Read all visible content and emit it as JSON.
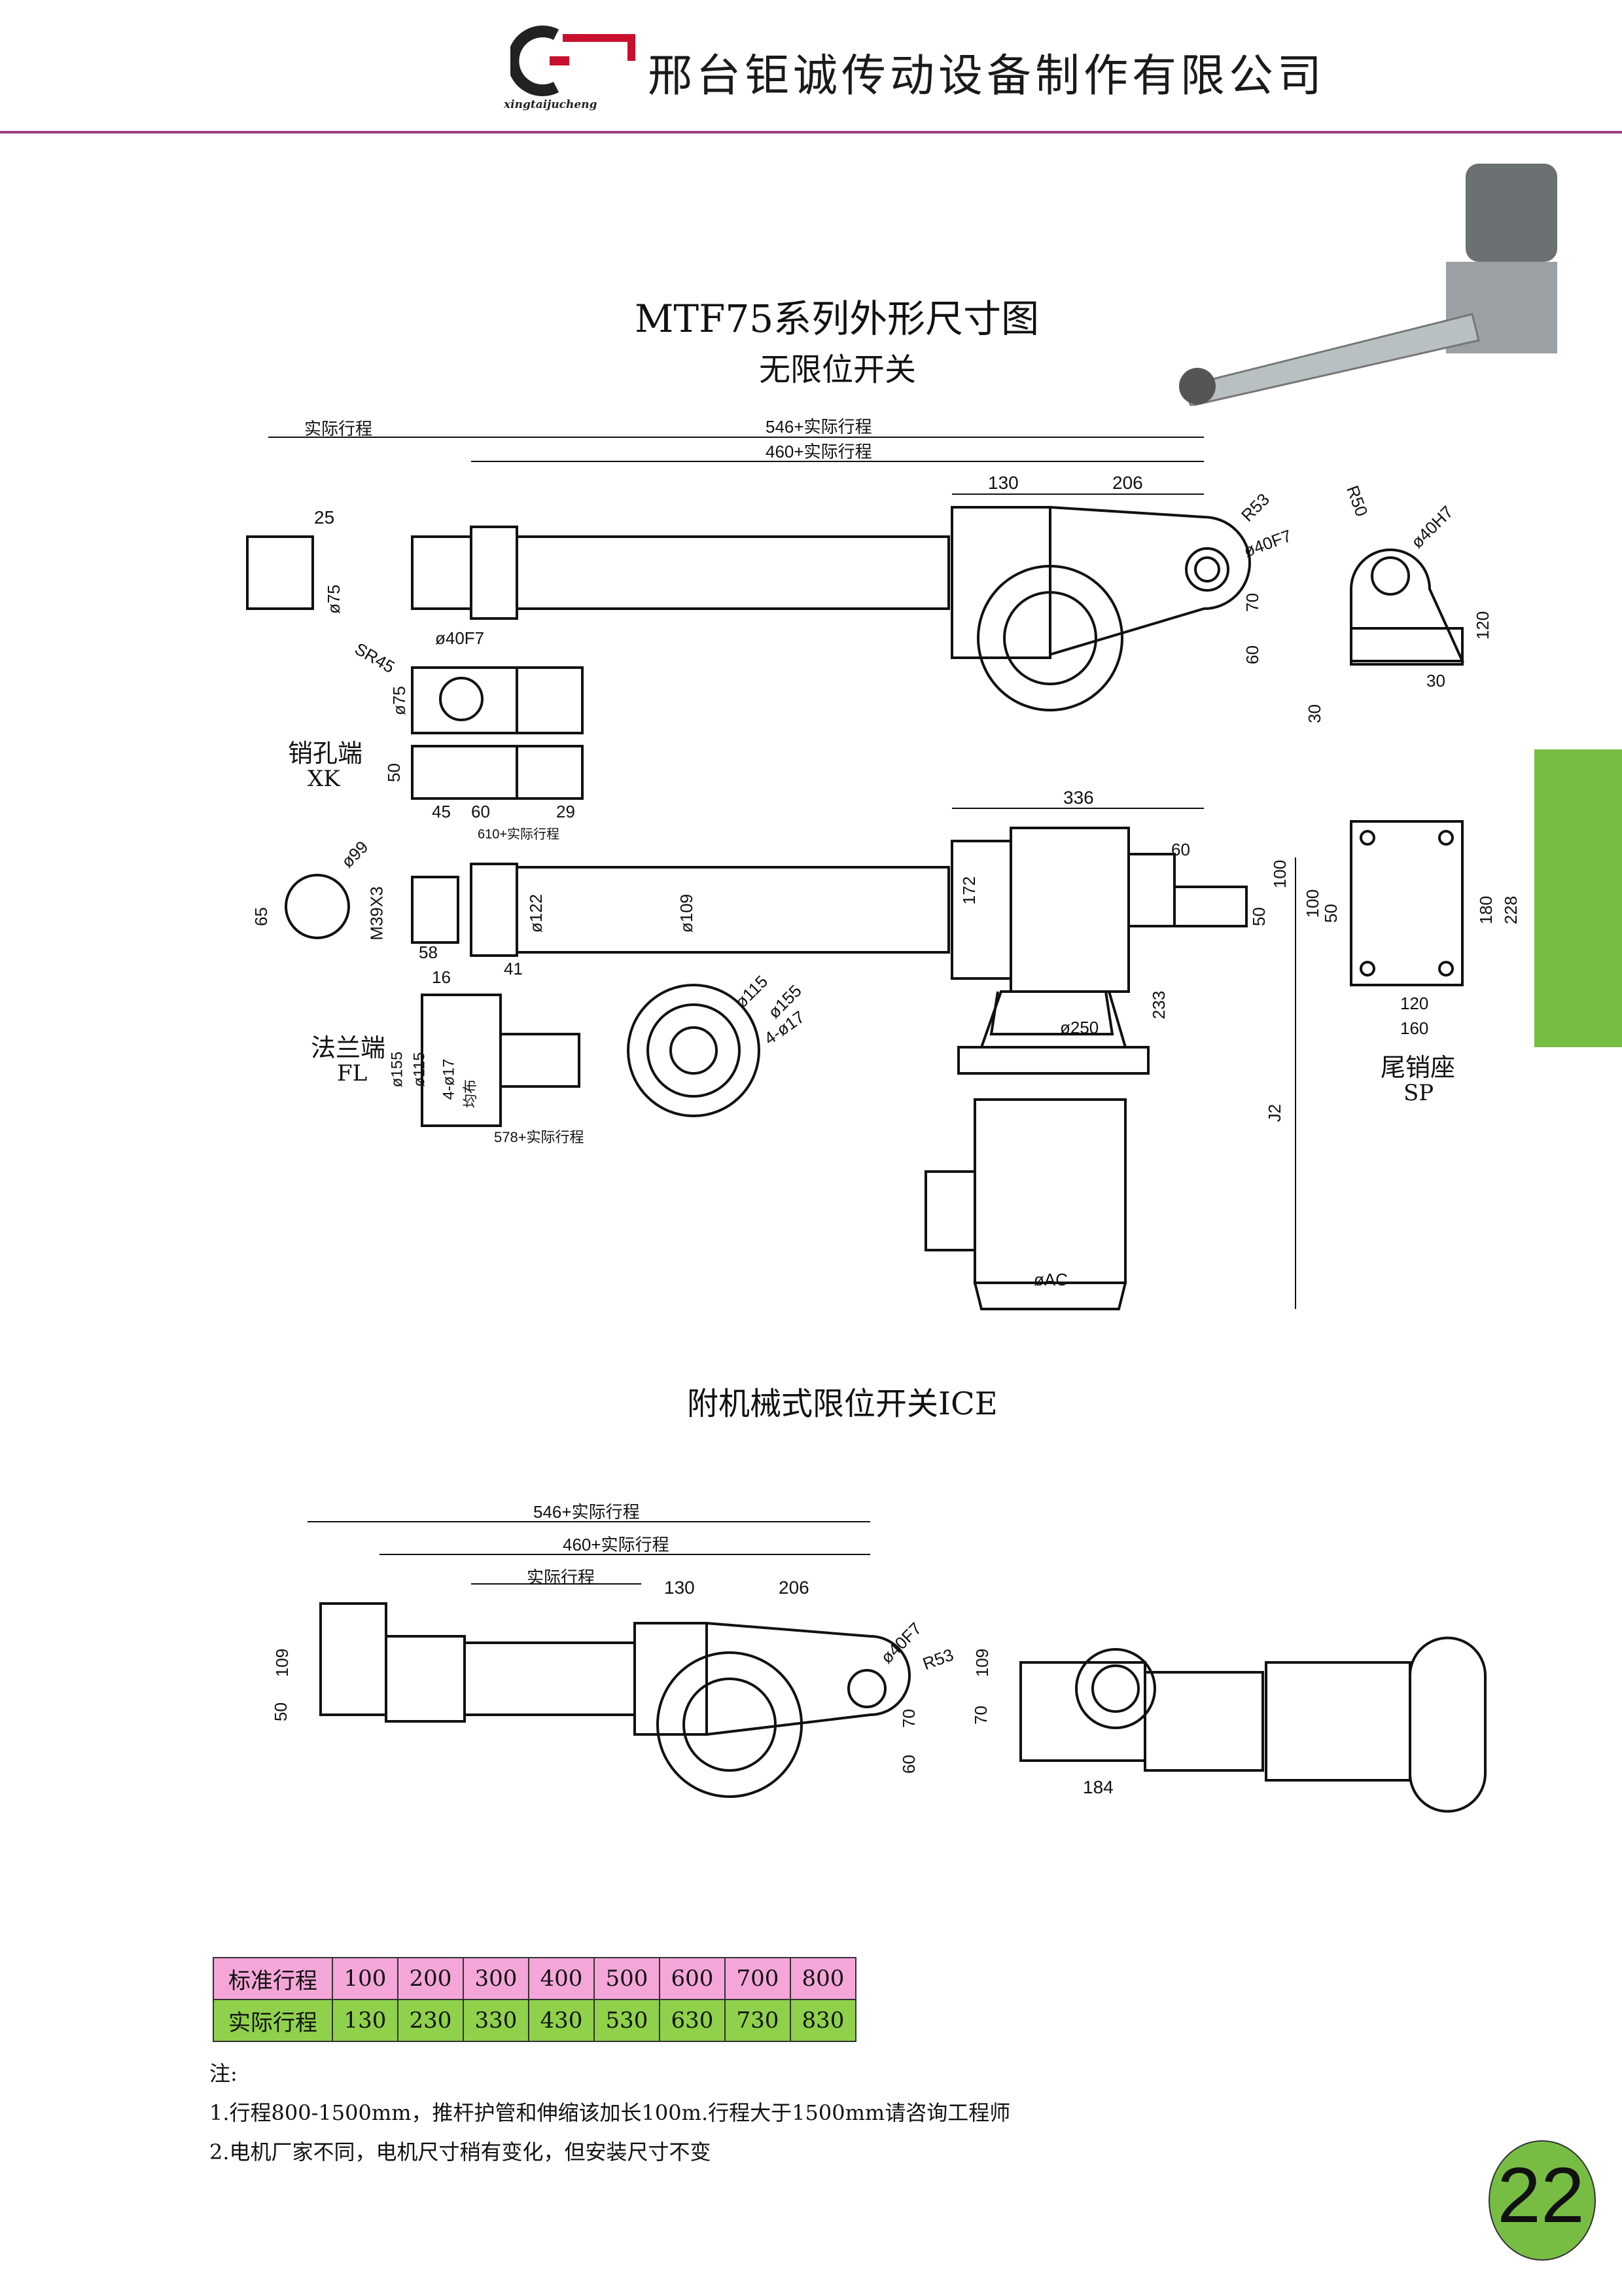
{
  "header": {
    "company": "邢台钜诚传动设备制作有限公司",
    "logo_sub": "xingtaijucheng"
  },
  "title": "MTF75系列外形尺寸图",
  "subtitle": "无限位开关",
  "ice_title": "附机械式限位开关ICE",
  "labels": {
    "actual_stroke": "实际行程",
    "len546": "546+实际行程",
    "len460": "460+实际行程",
    "d130": "130",
    "d206": "206",
    "d25": "25",
    "phi75": "ø75",
    "r53": "R53",
    "phi40f7": "ø40F7",
    "r50": "R50",
    "phi40h7": "ø40H7",
    "d70": "70",
    "d60": "60",
    "d120": "120",
    "d30": "30",
    "sr45": "SR45",
    "d50": "50",
    "d45": "45",
    "d29": "29",
    "len610": "610+实际行程",
    "xk_cn": "销孔端",
    "xk_en": "XK",
    "d336": "336",
    "d100": "100",
    "phi99": "ø99",
    "d65": "65",
    "m39": "M39X3",
    "phi122": "ø122",
    "phi109": "ø109",
    "d172": "172",
    "d58": "58",
    "d16": "16",
    "d41": "41",
    "d233": "233",
    "d180": "180",
    "d228": "228",
    "d160": "160",
    "phi250": "ø250",
    "phi115": "ø115",
    "phi155": "ø155",
    "holes": "4-ø17",
    "fl_cn": "法兰端",
    "fl_en": "FL",
    "evenly": "均布",
    "len578": "578+实际行程",
    "j2": "J2",
    "phiac": "øAC",
    "sp_cn": "尾销座",
    "sp_en": "SP",
    "d109": "109",
    "d184": "184"
  },
  "table": {
    "row1_label": "标准行程",
    "row1": [
      "100",
      "200",
      "300",
      "400",
      "500",
      "600",
      "700",
      "800"
    ],
    "row2_label": "实际行程",
    "row2": [
      "130",
      "230",
      "330",
      "430",
      "530",
      "630",
      "730",
      "830"
    ]
  },
  "notes": {
    "heading": "注:",
    "n1": "1.行程800-1500mm，推杆护管和伸缩该加长100m.行程大于1500mm请咨询工程师",
    "n2": "2.电机厂家不同，电机尺寸稍有变化，但安装尺寸不变"
  },
  "page_number": "22",
  "colors": {
    "accent_line": "#9b3d82",
    "tab_green": "#77bd43",
    "row_pink": "#f4a6d8",
    "row_green": "#8fd14b",
    "logo_red": "#c8102e"
  }
}
